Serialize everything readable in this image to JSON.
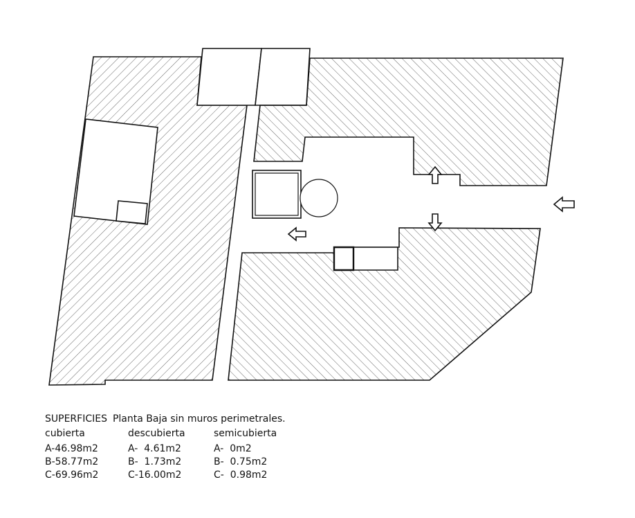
{
  "colors": {
    "line": "#111111",
    "hatch": "#444444",
    "background": "#ffffff"
  },
  "legend": {
    "title": "SUPERFICIES",
    "subtitle": "Planta Baja sin muros perimetrales.",
    "columns": [
      {
        "header": "cubierta",
        "rows": [
          "A-46.98m2",
          "B-58.77m2",
          "C-69.96m2"
        ]
      },
      {
        "header": "descubierta",
        "rows": [
          "A-  4.61m2",
          "B-  1.73m2",
          "C-16.00m2"
        ]
      },
      {
        "header": "semicubierta",
        "rows": [
          "A-  0m2",
          "B-  0.75m2",
          "C-  0.98m2"
        ]
      }
    ]
  },
  "icons": [
    "arrow-left-icon",
    "arrow-up-icon",
    "arrow-down-icon"
  ]
}
